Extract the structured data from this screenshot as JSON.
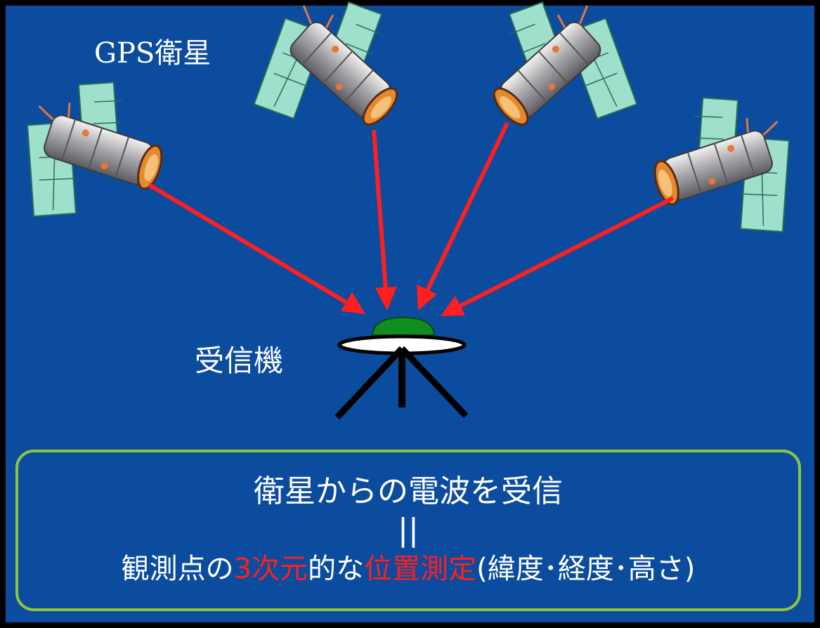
{
  "labels": {
    "satellite": "GPS衛星",
    "receiver": "受信機"
  },
  "box": {
    "line1": "衛星からの電波を受信",
    "equals": "||",
    "line3": [
      {
        "text": "観測点の",
        "highlight": false
      },
      {
        "text": "3次元",
        "highlight": true
      },
      {
        "text": "的な",
        "highlight": false
      },
      {
        "text": "位置測定",
        "highlight": true
      },
      {
        "text": "(緯度･経度･高さ)",
        "highlight": false
      }
    ]
  },
  "colors": {
    "background": "#0b4c9e",
    "frame": "#000000",
    "box_border": "#8cc63e",
    "signal_arrow": "#ff1f1f",
    "highlight_text": "#ff1f1f",
    "receiver_dome": "#118c1f",
    "solar_panel": "#9fe0cc"
  }
}
